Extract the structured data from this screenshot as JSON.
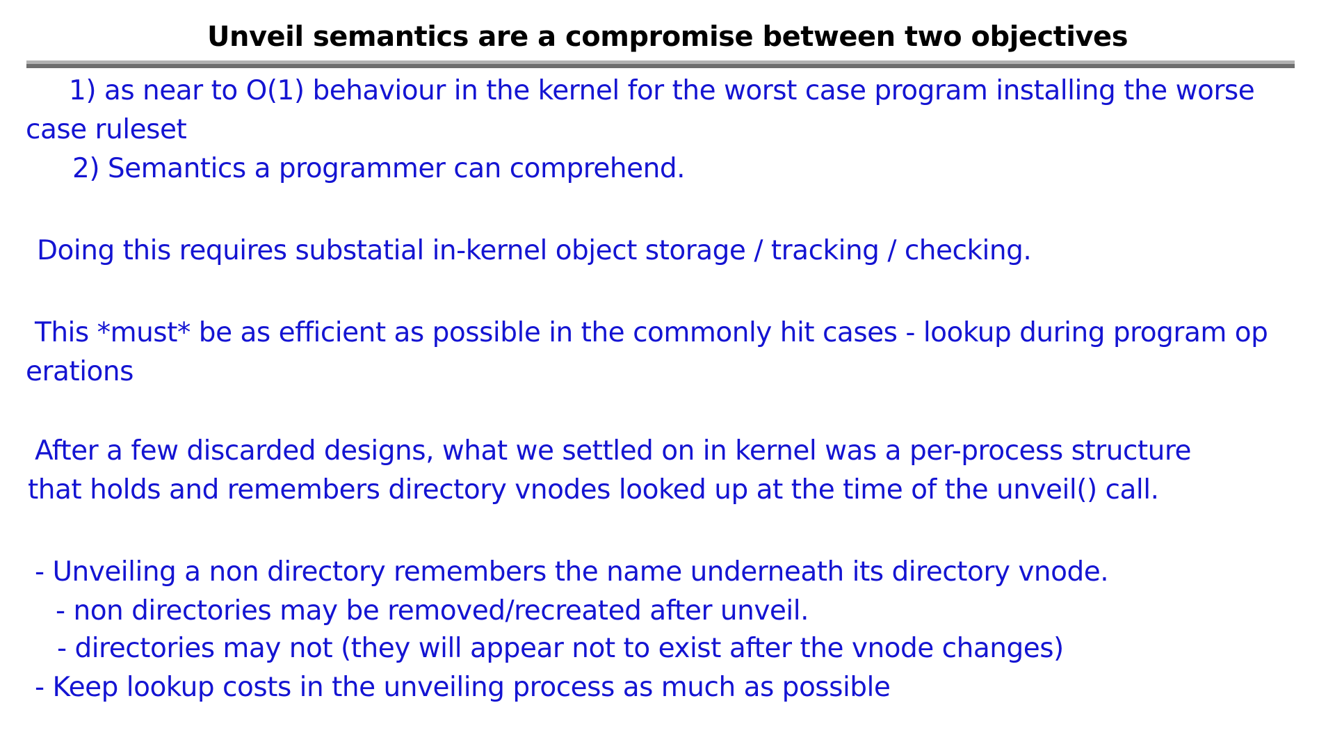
{
  "slide": {
    "title": "Unveil semantics are a compromise between two objectives",
    "colors": {
      "background": "#ffffff",
      "title_text": "#000000",
      "body_text": "#1414d2",
      "divider_top": "#b2b2b2",
      "divider_bottom": "#6e6e6e"
    },
    "lines": [
      {
        "text": "1) as near to O(1) behaviour in the kernel for the worst case program installing the worse"
      },
      {
        "text": "case ruleset"
      },
      {
        "text": "2) Semantics a programmer can comprehend."
      },
      {
        "text": "Doing this requires substatial in-kernel object storage / tracking / checking."
      },
      {
        "text": "This *must* be as efficient as possible in the commonly hit cases - lookup during program op"
      },
      {
        "text": "erations"
      },
      {
        "text": "After a few discarded designs, what we settled on in kernel was a per-process structure"
      },
      {
        "text": "that holds and remembers directory vnodes looked up at the time of the unveil() call."
      },
      {
        "text": "- Unveiling a non directory remembers the name underneath its directory vnode."
      },
      {
        "text": "- non directories may be removed/recreated after unveil."
      },
      {
        "text": "- directories may not (they will appear not to exist after the vnode changes)"
      },
      {
        "text": "- Keep lookup costs in the unveiling process as much as possible"
      }
    ]
  }
}
